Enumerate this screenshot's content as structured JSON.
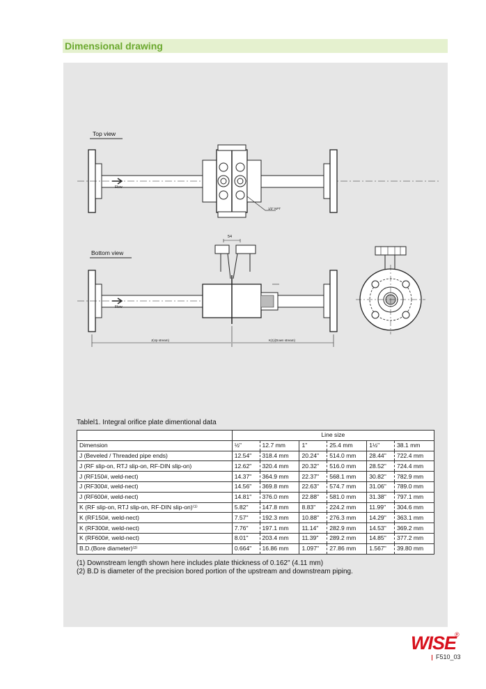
{
  "header": {
    "title": "Dimensional drawing"
  },
  "drawing": {
    "top_view_label": "Top view",
    "bottom_view_label": "Bottom view",
    "flow_label": "Flow",
    "npt_label": "1/2\" NPT",
    "dim_54": "54",
    "dim_j": "J(Up stream)",
    "dim_k": "K(1)(Down stream)"
  },
  "table": {
    "caption": "Tablel1. Integral orifice plate dimentional data",
    "line_size_label": "Line size",
    "header": [
      "Dimension",
      "½\"",
      "12.7 mm",
      "1\"",
      "25.4 mm",
      "1½\"",
      "38.1 mm"
    ],
    "rows": [
      [
        "J (Beveled / Threaded pipe ends)",
        "12.54\"",
        "318.4 mm",
        "20.24\"",
        "514.0 mm",
        "28.44\"",
        "722.4 mm"
      ],
      [
        "J (RF slip-on, RTJ slip-on, RF-DIN slip-on)",
        "12.62\"",
        "320.4 mm",
        "20.32\"",
        "516.0 mm",
        "28.52\"",
        "724.4 mm"
      ],
      [
        "J (RF150#, weld-nect)",
        "14.37\"",
        "364.9 mm",
        "22.37\"",
        "568.1 mm",
        "30.82\"",
        "782.9 mm"
      ],
      [
        "J (RF300#, weld-nect)",
        "14.56\"",
        "369.8 mm",
        "22.63\"",
        "574.7 mm",
        "31.06\"",
        "789.0 mm"
      ],
      [
        "J (RF600#, weld-nect)",
        "14.81\"",
        "376.0 mm",
        "22.88\"",
        "581.0 mm",
        "31.38\"",
        "797.1 mm"
      ],
      [
        "K (RF slip-on, RTJ slip-on, RF-DIN slip-on)⁽¹⁾",
        "5.82\"",
        "147.8 mm",
        "8.83\"",
        "224.2 mm",
        "11.99\"",
        "304.6 mm"
      ],
      [
        "K (RF150#, weld-nect)",
        "7.57\"",
        "192.3 mm",
        "10.88\"",
        "276.3 mm",
        "14.29\"",
        "363.1 mm"
      ],
      [
        "K (RF300#, weld-nect)",
        "7.76\"",
        "197.1 mm",
        "11.14\"",
        "282.9 mm",
        "14.53\"",
        "369.2 mm"
      ],
      [
        "K (RF600#, weld-nect)",
        "8.01\"",
        "203.4 mm",
        "11.39\"",
        "289.2 mm",
        "14.85\"",
        "377.2 mm"
      ],
      [
        "B.D.(Bore diameter)⁽²⁾",
        "0.664\"",
        "16.86 mm",
        "1.097\"",
        "27.86 mm",
        "1.567\"",
        "39.80 mm"
      ]
    ]
  },
  "notes": [
    "(1) Downstream length shown here includes plate thickness of 0.162\" (4.11 mm)",
    "(2) B.D is diameter of the precision bored portion of the upstream and downstream piping."
  ],
  "footer": {
    "logo_text": "WISE",
    "logo_mark": "®",
    "doc_code": "F510_03",
    "brand_color": "#d7101c"
  }
}
